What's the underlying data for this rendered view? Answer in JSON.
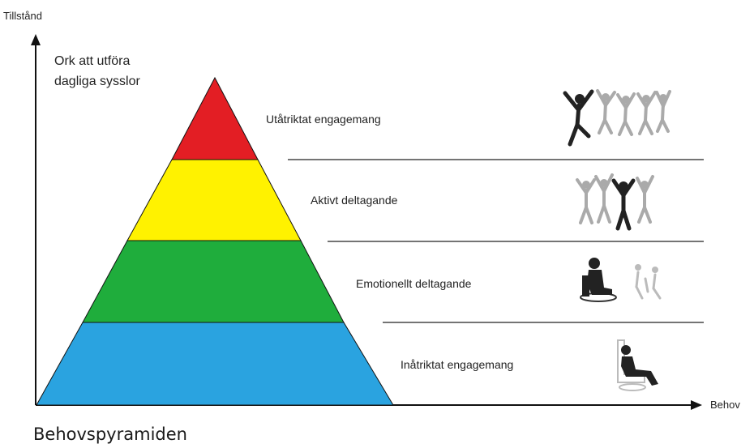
{
  "y_axis_label": "Tillstånd",
  "x_axis_label": "Behov",
  "top_left_label": [
    "Ork att utföra",
    "dagliga sysslor"
  ],
  "levels": [
    {
      "label": "Utåtriktat engagemang",
      "color": "#e31e24"
    },
    {
      "label": "Aktivt deltagande",
      "color": "#fff200"
    },
    {
      "label": "Emotionellt deltagande",
      "color": "#1fad3c"
    },
    {
      "label": "Inåtriktat engagemang",
      "color": "#2aa3e0"
    }
  ],
  "caption": "Behovspyramiden",
  "icons": [
    "group-dancing-icon",
    "group-cheering-icon",
    "sitting-people-icon",
    "person-in-chair-icon"
  ]
}
